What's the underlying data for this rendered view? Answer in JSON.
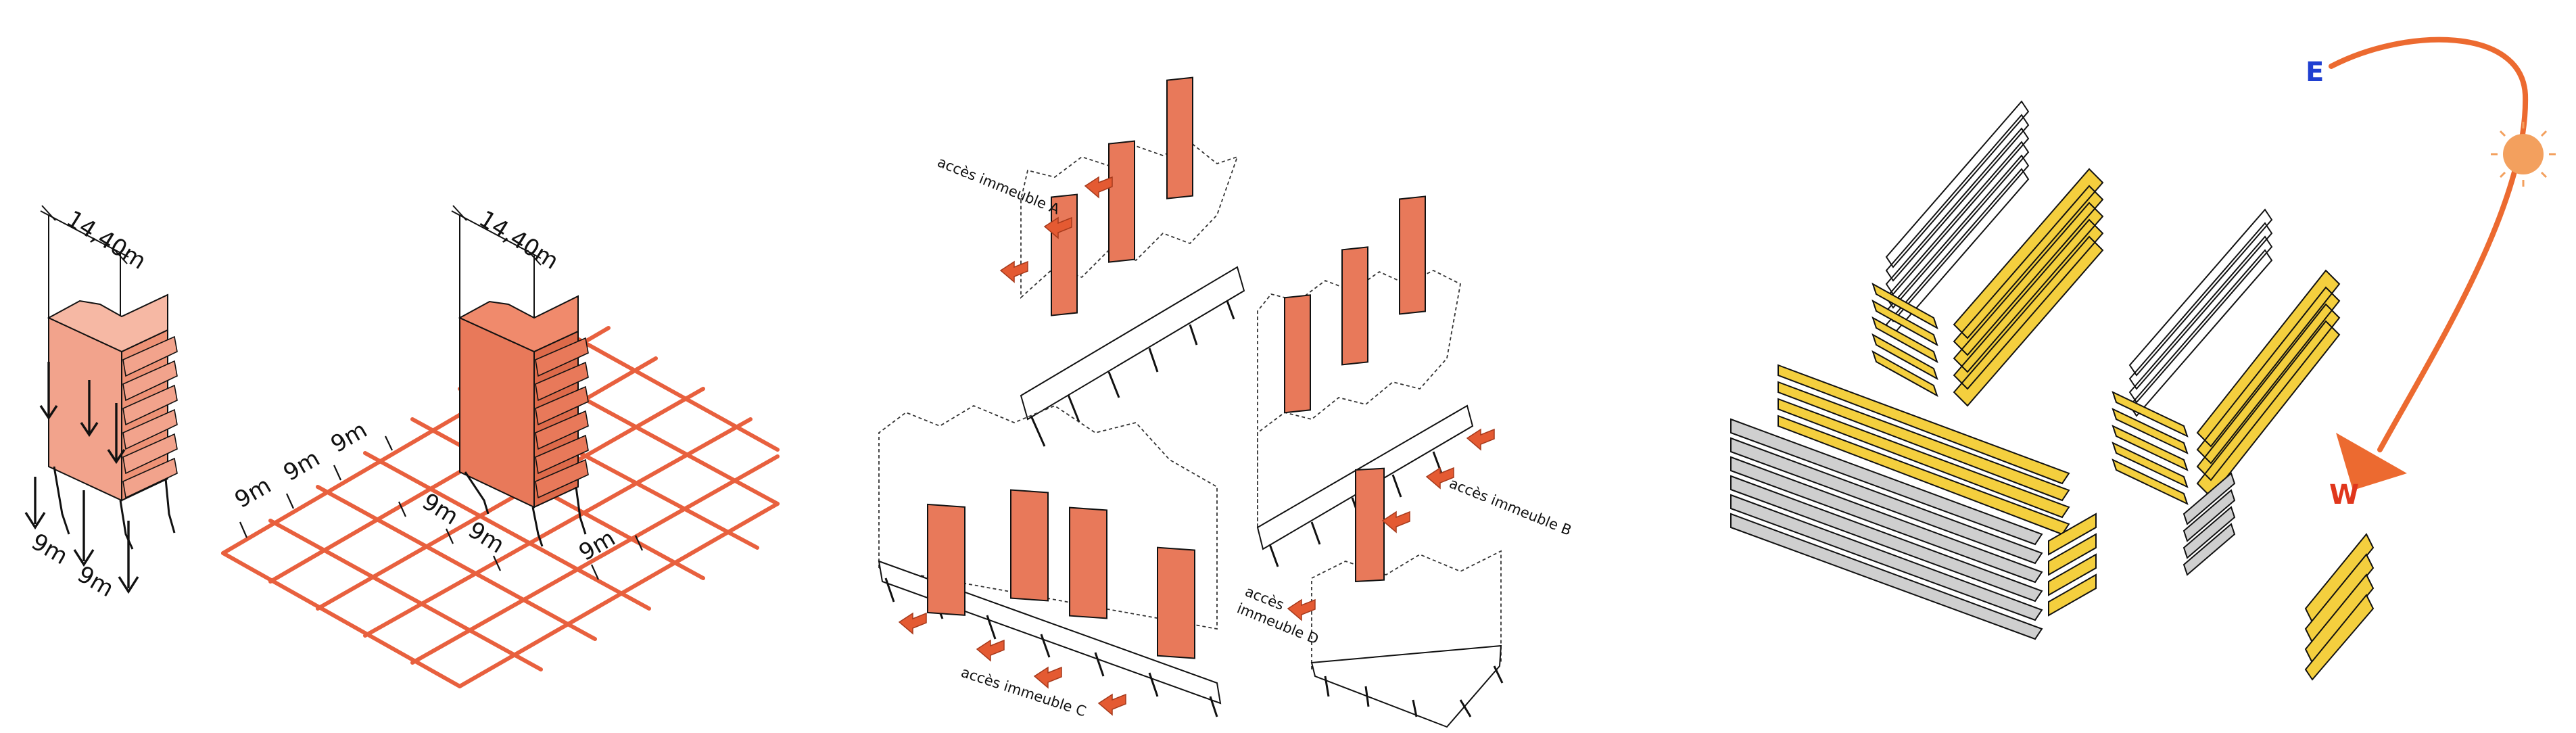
{
  "colors": {
    "salmon": "#f2a38c",
    "building": "#e8795a",
    "grid": "#e8603e",
    "arrow": "#e45a32",
    "ink": "#111111",
    "yellow": "#f4cf3e",
    "grey": "#cfcfcf",
    "sun": "#f3a05e",
    "sunpath": "#ec6a30",
    "east": "#1f3fd1",
    "west": "#e0361c"
  },
  "panel1": {
    "dim_width_left": "14,40m",
    "dim_width_right": "14,40m",
    "pilotis_spacing_a": "9m",
    "pilotis_spacing_b": "9m"
  },
  "panel2": {
    "grid_left": [
      "9m",
      "9m",
      "9m"
    ],
    "grid_right": [
      "9m",
      "9m",
      "9m"
    ]
  },
  "panel3": {
    "access_a": "accès immeuble A",
    "access_b": "accès immeuble B",
    "access_c": "accès immeuble C",
    "access_d_line1": "accès",
    "access_d_line2": "immeuble D"
  },
  "panel4": {
    "east": "E",
    "west": "W"
  },
  "icons": [
    "sun-icon",
    "sun-path-arrow-icon",
    "down-arrow-icon",
    "access-arrow-icon"
  ]
}
